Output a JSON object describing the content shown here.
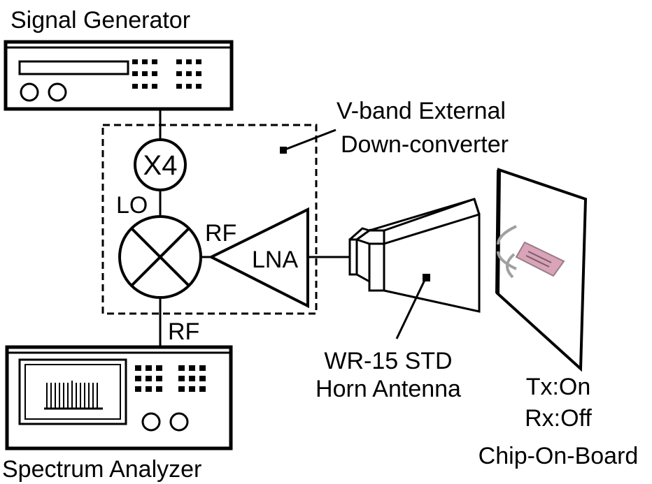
{
  "signal_generator": {
    "title": "Signal Generator"
  },
  "downconverter": {
    "label_line1": "V-band External",
    "label_line2": "Down-converter"
  },
  "multiplier": {
    "label": "X4"
  },
  "lo_label": "LO",
  "rf_label_top": "RF",
  "rf_label_bottom": "RF",
  "lna": {
    "label": "LNA"
  },
  "horn": {
    "label_line1": "WR-15 STD",
    "label_line2": "Horn Antenna"
  },
  "spectrum_analyzer": {
    "title": "Spectrum Analyzer"
  },
  "chip": {
    "line1": "Tx:On",
    "line2": "Rx:Off",
    "line3": "Chip-On-Board"
  },
  "colors": {
    "line": "#000000",
    "chip_fill": "#d9a3b8",
    "chip_edge": "#9a7c88",
    "wave": "#a0a0a0"
  }
}
